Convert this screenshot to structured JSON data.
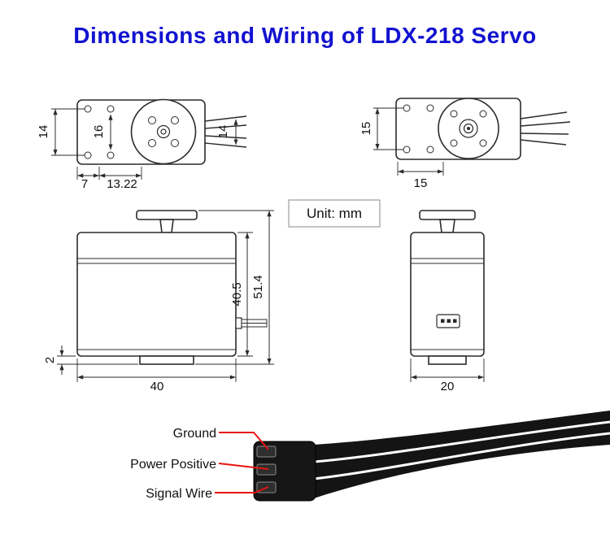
{
  "title": "Dimensions and Wiring of LDX-218 Servo",
  "unit_box": {
    "label": "Unit: mm"
  },
  "colors": {
    "title_blue": "#1212d0",
    "callout_red": "#e81313",
    "line_dark": "#2b2b2b"
  },
  "dimensions": {
    "top_left_view": {
      "mount_hole_spacing_left": "14",
      "mount_hole_spacing_inner": "16",
      "cable_height": "14",
      "edge_to_hole": "7",
      "hole_to_shaft": "13.22"
    },
    "top_right_view": {
      "mount_hole_spacing": "15",
      "edge_to_shaft": "15"
    },
    "side_left_view": {
      "body_height": "40.5",
      "total_height": "51.4",
      "tab_thickness": "2",
      "body_width": "40"
    },
    "side_right_view": {
      "body_depth": "20"
    }
  },
  "wiring": {
    "labels": [
      "Ground",
      "Power Positive",
      "Signal Wire"
    ]
  }
}
